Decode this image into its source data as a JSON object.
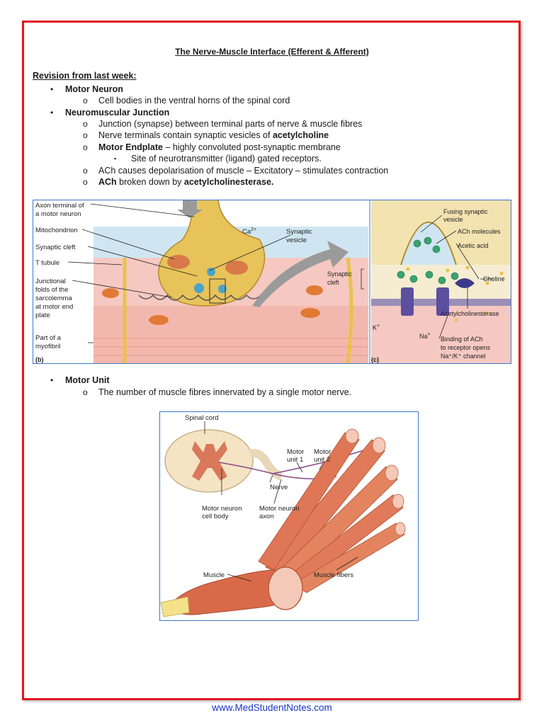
{
  "document": {
    "title": "The Nerve-Muscle Interface (Efferent & Afferent)",
    "section_heading": "Revision from last week:",
    "bullets": [
      {
        "marker": "•",
        "bold": "Motor Neuron",
        "text": ""
      },
      {
        "marker": "o",
        "bold": "",
        "text": "Cell bodies in the ventral horns of the spinal cord"
      },
      {
        "marker": "•",
        "bold": "Neuromuscular Junction",
        "text": ""
      },
      {
        "marker": "o",
        "bold": "",
        "text": "Junction (synapse) between terminal parts of nerve & muscle fibres"
      },
      {
        "marker": "o",
        "pre": "Nerve terminals contain synaptic vesicles of ",
        "bold_tail": "acetylcholine"
      },
      {
        "marker": "o",
        "bold": "Motor Endplate",
        "text": " – highly convoluted post-synaptic membrane"
      },
      {
        "marker": "▪",
        "bold": "",
        "text": "Site of neurotransmitter (ligand) gated receptors."
      },
      {
        "marker": "o",
        "bold": "",
        "text": "ACh causes depolarisation of muscle – Excitatory – stimulates contraction"
      },
      {
        "marker": "o",
        "bold": "ACh",
        "text": " broken down by ",
        "bold_tail": "acetylcholinesterase."
      },
      {
        "marker": "•",
        "bold": "Motor Unit",
        "text": ""
      },
      {
        "marker": "o",
        "bold": "",
        "text": "The number of muscle fibres innervated by a single motor nerve."
      }
    ]
  },
  "figure_nmj": {
    "panel_b_labels": {
      "axon_terminal_1": "Axon terminal of",
      "axon_terminal_2": "a motor neuron",
      "mitochondrion": "Mitochondrion",
      "synaptic_cleft": "Synaptic cleft",
      "t_tubule": "T tubule",
      "junctional_1": "Junctional",
      "junctional_2": "folds of the",
      "junctional_3": "sarcolemma",
      "junctional_4": "at motor end",
      "junctional_5": "plate",
      "myofibril_1": "Part of a",
      "myofibril_2": "myofibril",
      "calcium": "Ca",
      "calcium_sup": "2+",
      "synaptic_vesicle_1": "Synaptic",
      "synaptic_vesicle_2": "vesicle",
      "panel_letter": "(b)"
    },
    "panel_c_labels": {
      "fusing_1": "Fusing synaptic",
      "fusing_2": "vesicle",
      "ach_molecules": "ACh molecules",
      "acetic_acid": "Acetic acid",
      "choline": "Choline",
      "synaptic_cleft_1": "Synaptic",
      "synaptic_cleft_2": "cleft",
      "acetylcholinesterase": "Acetylcholinesterase",
      "k_ion": "K",
      "k_sup": "+",
      "na_ion": "Na",
      "na_sup": "+",
      "binding_1": "Binding of ACh",
      "binding_2": "to receptor opens",
      "binding_3": "Na⁺/K⁺ channel",
      "panel_letter": "(c)"
    }
  },
  "figure_motor_unit": {
    "labels": {
      "spinal_cord": "Spinal cord",
      "motor_unit_1a": "Motor",
      "motor_unit_1b": "unit 1",
      "motor_unit_2a": "Motor",
      "motor_unit_2b": "unit 2",
      "nerve": "Nerve",
      "cell_body_1": "Motor neuron",
      "cell_body_2": "cell body",
      "axon_1": "Motor neuron",
      "axon_2": "axon",
      "muscle": "Muscle",
      "muscle_fibers": "Muscle fibers"
    }
  },
  "footer": {
    "url": "www.MedStudentNotes.com"
  },
  "colors": {
    "frame": "#e0171f",
    "footer_link": "#1a33c9",
    "muscle": "#e07a5a",
    "axon_terminal": "#e7c35a"
  }
}
